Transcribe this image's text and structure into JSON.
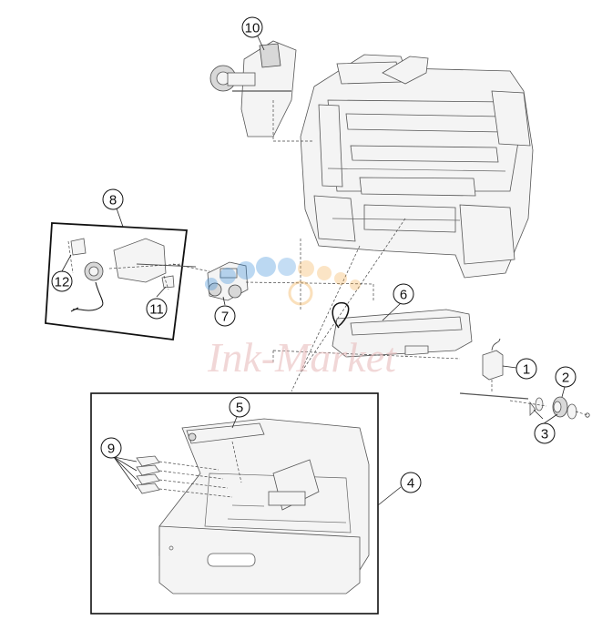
{
  "callouts": [
    {
      "id": "1",
      "label": "1"
    },
    {
      "id": "2",
      "label": "2"
    },
    {
      "id": "3",
      "label": "3"
    },
    {
      "id": "4",
      "label": "4"
    },
    {
      "id": "5",
      "label": "5"
    },
    {
      "id": "6",
      "label": "6"
    },
    {
      "id": "7",
      "label": "7"
    },
    {
      "id": "8",
      "label": "8"
    },
    {
      "id": "9",
      "label": "9"
    },
    {
      "id": "10",
      "label": "10"
    },
    {
      "id": "11",
      "label": "11"
    },
    {
      "id": "12",
      "label": "12"
    }
  ],
  "watermark": {
    "text": "Ink-Market",
    "colors": [
      "#3b8fd9",
      "#f2a640",
      "#e6b8b8"
    ]
  }
}
